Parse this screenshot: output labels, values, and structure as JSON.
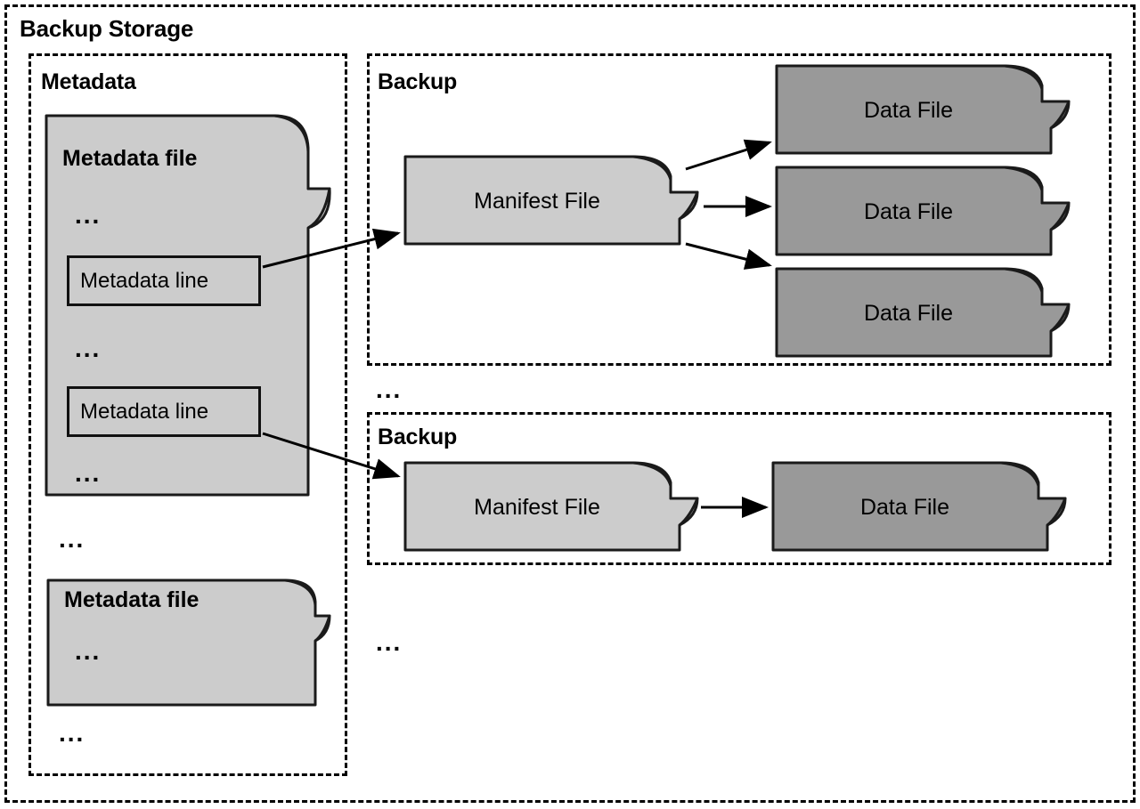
{
  "diagram": {
    "title": "Backup Storage",
    "colors": {
      "file_light": "#cccccc",
      "file_dark": "#999999",
      "outline": "#1a1a1a",
      "dashed_border": "#000000",
      "background": "#ffffff"
    }
  },
  "metadata_section": {
    "title": "Metadata",
    "files": [
      {
        "label": "Metadata file",
        "ellipses": [
          "...",
          "...",
          "..."
        ],
        "lines": [
          {
            "label": "Metadata line"
          },
          {
            "label": "Metadata line"
          }
        ]
      },
      {
        "label": "Metadata file",
        "ellipses": [
          "..."
        ],
        "lines": []
      }
    ],
    "between_files_ellipsis": "...",
    "after_files_ellipsis": "..."
  },
  "backups": [
    {
      "title": "Backup",
      "manifest": {
        "label": "Manifest File"
      },
      "data_files": [
        {
          "label": "Data File"
        },
        {
          "label": "Data File"
        },
        {
          "label": "Data File"
        }
      ]
    },
    {
      "title": "Backup",
      "manifest": {
        "label": "Manifest File"
      },
      "data_files": [
        {
          "label": "Data File"
        }
      ]
    }
  ],
  "backup_column": {
    "between_backups_ellipsis": "...",
    "after_backups_ellipsis": "..."
  }
}
